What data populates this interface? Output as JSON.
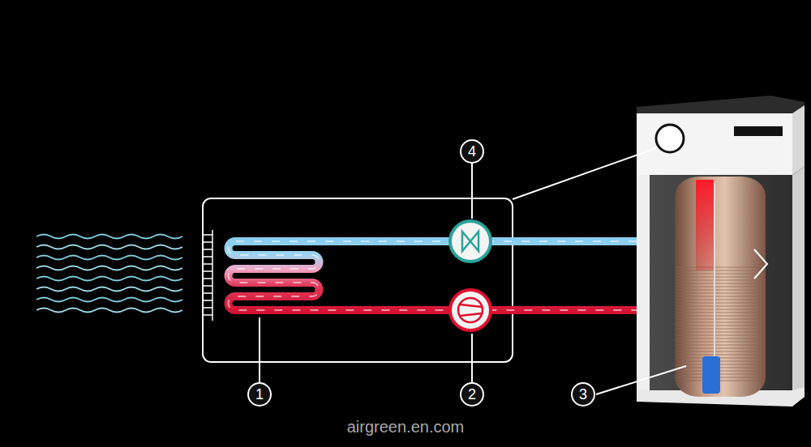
{
  "diagram": {
    "labels": [
      "4",
      "1",
      "2",
      "3",
      "airgreen.en.com"
    ]
  }
}
